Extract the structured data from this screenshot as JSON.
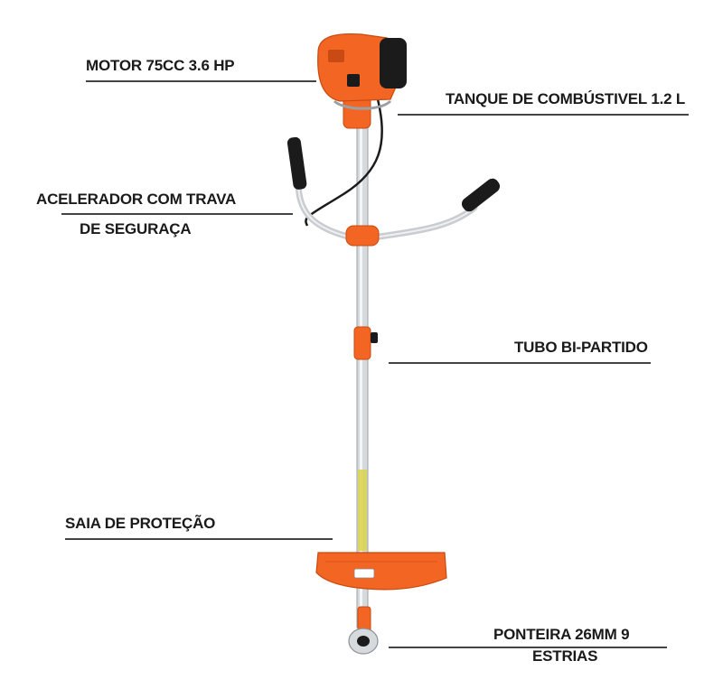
{
  "callouts": {
    "motor": "MOTOR 75CC 3.6 HP",
    "tank": "TANQUE DE COMBÚSTIVEL 1.2 L",
    "throttle_line1": "ACELERADOR COM TRAVA",
    "throttle_line2": "DE SEGURAÇA",
    "tube": "TUBO BI-PARTIDO",
    "guard": "SAIA DE PROTEÇÃO",
    "tip_line1": "PONTEIRA 26MM 9",
    "tip_line2": "ESTRIAS"
  },
  "colors": {
    "accent": "#f26522",
    "accent_dark": "#c94a12",
    "metal": "#d7dadd",
    "black": "#1b1b1b",
    "leader": "#444444"
  }
}
